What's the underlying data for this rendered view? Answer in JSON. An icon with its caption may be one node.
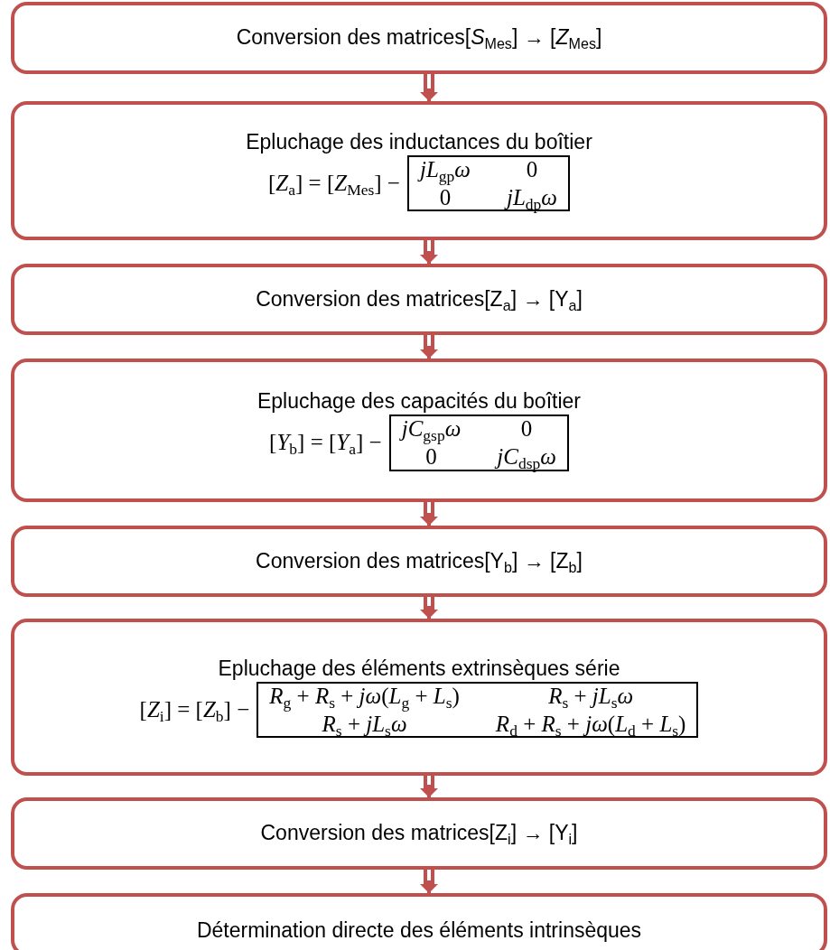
{
  "diagram": {
    "nodes": [
      {
        "text": [
          "Conversion des matrices[*S*$_{Mes}$] →  [*Z*$_{Mes}$]"
        ]
      },
      {
        "text": [
          "Epluchage des inductances du boîtier",
          "[*Z*$_{a}$] = [*Z*$_{Mes}$] −",
          "*jL*$_{gp}$*ω*",
          "0",
          "0",
          "*jL*$_{dp}$*ω*"
        ]
      },
      {
        "text": [
          "Conversion des matrices[Z$_{a}$] → [Y$_{a}$]"
        ]
      },
      {
        "text": [
          "Epluchage des capacités du boîtier",
          "[*Y*$_{b}$] = [*Y*$_{a}$] −",
          "*jC*$_{gsp}$*ω*",
          "0",
          "0",
          "*jC*$_{dsp}$*ω*"
        ]
      },
      {
        "text": [
          "Conversion des matrices[Y$_{b}$] → [Z$_{b}$]"
        ]
      },
      {
        "text": [
          "Epluchage des éléments extrinsèques série",
          "[*Z*$_{i}$] = [*Z*$_{b}$] −",
          "*R*$_{g}$ + *R*$_{s}$ + *jω*(*L*$_{g}$ + *L*$_{s}$)",
          "*R*$_{s}$ + *jL*$_{s}$*ω*",
          "*R*$_{s}$ + *jL*$_{s}$*ω*",
          "*R*$_{d}$ + *R*$_{s}$ + *jω*(*L*$_{d}$ + *L*$_{s}$)"
        ]
      },
      {
        "text": [
          "Conversion des matrices[Z$_{i}$] → [Y$_{i}$]"
        ]
      },
      {
        "text": [
          "Détermination directe des éléments intrinsèques"
        ]
      }
    ],
    "edges": [
      {
        "from": 0,
        "to": 1,
        "arrow": "to",
        "color": "#c0504d"
      },
      {
        "from": 1,
        "to": 2,
        "arrow": "to",
        "color": "#c0504d"
      },
      {
        "from": 2,
        "to": 3,
        "arrow": "to",
        "color": "#c0504d"
      },
      {
        "from": 3,
        "to": 4,
        "arrow": "to",
        "color": "#c0504d"
      },
      {
        "from": 4,
        "to": 5,
        "arrow": "to",
        "color": "#c0504d"
      },
      {
        "from": 5,
        "to": 6,
        "arrow": "to",
        "color": "#c0504d"
      },
      {
        "from": 6,
        "to": 7,
        "arrow": "to",
        "color": "#c0504d"
      }
    ]
  }
}
